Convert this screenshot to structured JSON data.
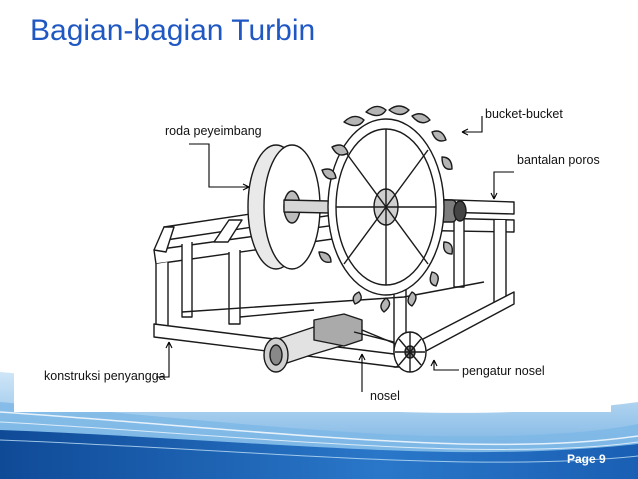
{
  "slide": {
    "title": "Bagian-bagian Turbin",
    "page_label": "Page 9"
  },
  "diagram": {
    "labels": {
      "roda_peyeimbang": "roda peyeimbang",
      "bucket_bucket": "bucket-bucket",
      "bantalan_poros": "bantalan poros",
      "konstruksi_penyangga": "konstruksi penyangga",
      "pengatur_nosel": "pengatur nosel",
      "nosel": "nosel"
    }
  },
  "colors": {
    "title": "#1f57c3",
    "wave_dark": "#1c5fb0",
    "wave_light": "#8fc3ea"
  }
}
